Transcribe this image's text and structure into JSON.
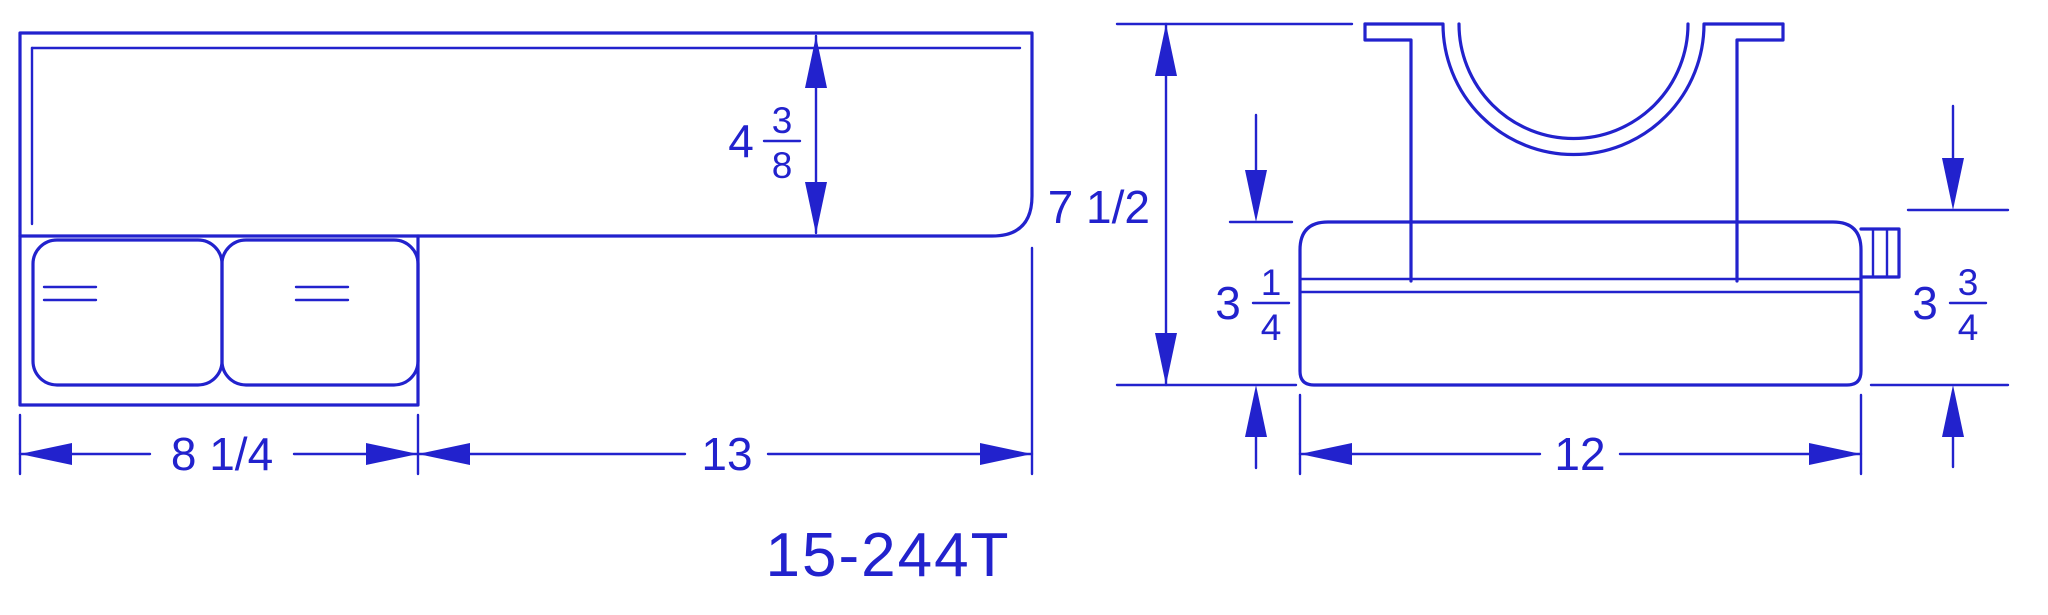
{
  "drawing": {
    "part_number": "15-244T",
    "colors": {
      "ink": "#2222cd",
      "background": "#ffffff"
    },
    "side_view": {
      "dim_depth_whole": "4",
      "dim_depth_num": "3",
      "dim_depth_den": "8",
      "dim_sump_length": "8 1/4",
      "dim_rear_length": "13"
    },
    "end_view": {
      "dim_overall_height": "7 1/2",
      "dim_body_height_left_whole": "3",
      "dim_body_height_left_num": "1",
      "dim_body_height_left_den": "4",
      "dim_body_width": "12",
      "dim_body_height_right_whole": "3",
      "dim_body_height_right_num": "3",
      "dim_body_height_right_den": "4"
    }
  }
}
